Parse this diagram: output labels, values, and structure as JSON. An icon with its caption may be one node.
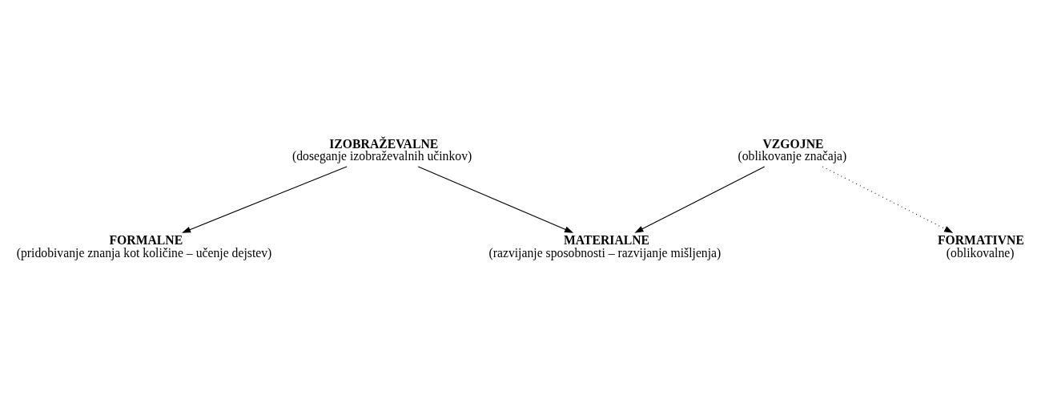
{
  "diagram": {
    "nodes": [
      {
        "text": [
          "IZOBRAŽEVALNE",
          "(doseganje izobraževalnih učinkov)"
        ]
      },
      {
        "text": [
          "VZGOJNE",
          "(oblikovanje značaja)"
        ]
      },
      {
        "text": [
          "MATERIALNE",
          "(razvijanje sposobnosti – razvijanje mišljenja)"
        ]
      },
      {
        "text": [
          "FORMALNE",
          "(pridobivanje znanja kot količine – učenje dejstev)"
        ]
      },
      {
        "text": [
          "FORMATIVNE",
          "(oblikovalne)"
        ]
      }
    ],
    "edges": [
      {
        "from": 0,
        "to": 2,
        "arrow": "to"
      },
      {
        "from": 0,
        "to": 3,
        "arrow": "to"
      },
      {
        "from": 1,
        "to": 2,
        "arrow": "to"
      },
      {
        "from": 1,
        "to": 4,
        "arrow": "to",
        "style": "dashed"
      }
    ]
  }
}
